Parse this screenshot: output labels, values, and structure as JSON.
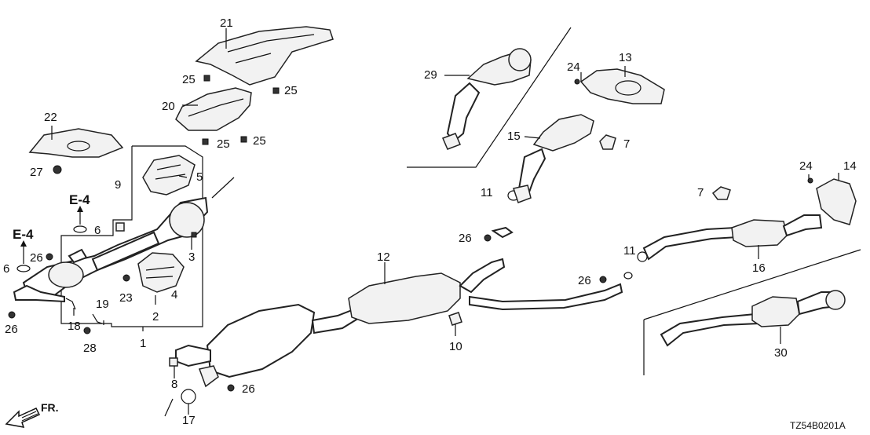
{
  "callouts": {
    "c1": "1",
    "c2": "2",
    "c3": "3",
    "c4": "4",
    "c5": "5",
    "c6a": "6",
    "c6b": "6",
    "c7a": "7",
    "c7b": "7",
    "c8": "8",
    "c9": "9",
    "c10": "10",
    "c11a": "11",
    "c11b": "11",
    "c12": "12",
    "c13": "13",
    "c14": "14",
    "c15": "15",
    "c16": "16",
    "c17": "17",
    "c18": "18",
    "c19": "19",
    "c20": "20",
    "c21": "21",
    "c22": "22",
    "c23": "23",
    "c24a": "24",
    "c24b": "24",
    "c25a": "25",
    "c25b": "25",
    "c25c": "25",
    "c25d": "25",
    "c26a": "26",
    "c26b": "26",
    "c26c": "26",
    "c26d": "26",
    "c26e": "26",
    "c27": "27",
    "c28": "28",
    "c29": "29",
    "c30": "30"
  },
  "refs": {
    "e4a": "E-4",
    "e4b": "E-4"
  },
  "direction_label": "FR.",
  "diagram_code": "TZ54B0201A"
}
